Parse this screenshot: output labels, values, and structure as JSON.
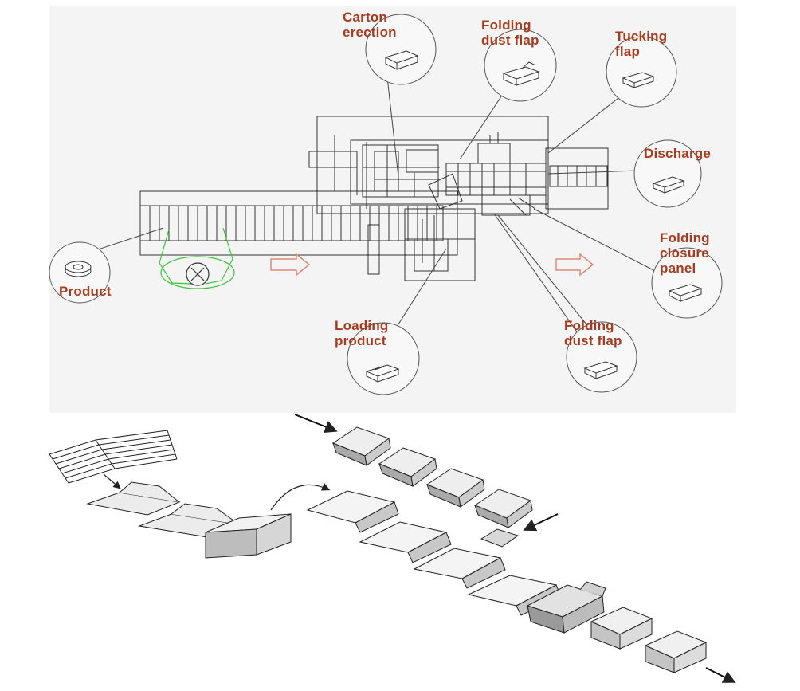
{
  "diagram": {
    "labels": {
      "carton_erection": "Carton\nerection",
      "folding_dust_flap_top": "Folding\ndust flap",
      "tucking_flap": "Tucking\nflap",
      "discharge": "Discharge",
      "folding_closure_panel": "Folding\nclosure\npanel",
      "folding_dust_flap_bottom": "Folding\ndust flap",
      "loading_product": "Loading\nproduct",
      "product": "Product"
    },
    "colors": {
      "label": "#a83a1e",
      "line": "#333333",
      "operator": "#3cc43c",
      "flow_arrow": "#e08a7a",
      "panel_bg": "#f4f4f4"
    }
  }
}
